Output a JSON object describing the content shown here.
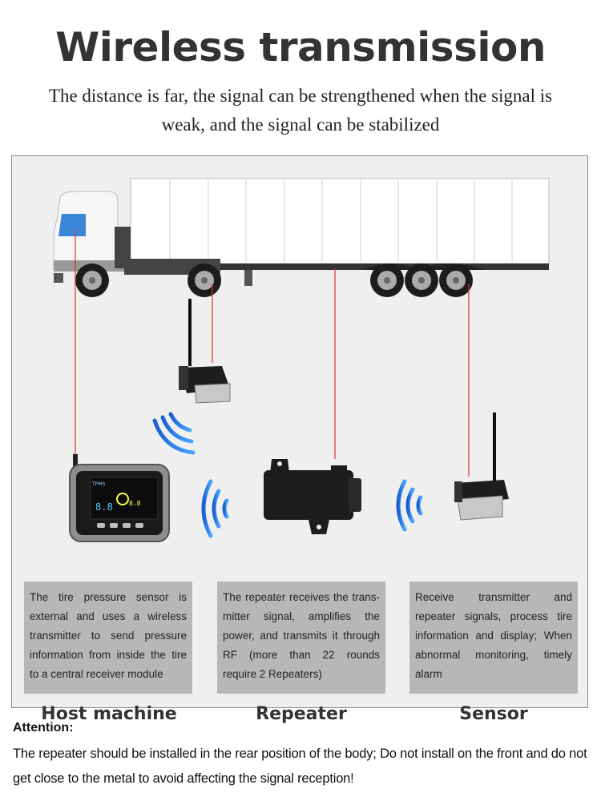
{
  "header": {
    "title": "Wireless transmission",
    "subtitle": "The distance is far, the signal can be strengthened when the signal is weak, and the signal can be stabilized"
  },
  "components": [
    {
      "label": "Host machine",
      "description": "The tire pressure sensor is external and uses a wireless transmitter to send pressure information from inside the tire to a central receiver module"
    },
    {
      "label": "Repeater",
      "description": "The repeater receives the trans-mitter signal, amplifies the power, and transmits it through RF (more than 22 rounds require 2 Repeaters)"
    },
    {
      "label": "Sensor",
      "description": "Receive transmitter and repeater signals, process tire information and display; When abnormal monitoring, timely alarm"
    }
  ],
  "attention": {
    "title": "Attention:",
    "text": "The repeater should be installed in the rear position of the body; Do not install on the front and do not get close to the metal to avoid affecting the signal reception!"
  },
  "display_screen": {
    "brand": "TPMS",
    "readings": [
      "8.8",
      "8.8"
    ]
  },
  "colors": {
    "signal_blue": "#2a7fe0",
    "leader_line": "#d9342b",
    "panel_bg": "#efefef",
    "desc_bg": "#b7b7b7"
  }
}
